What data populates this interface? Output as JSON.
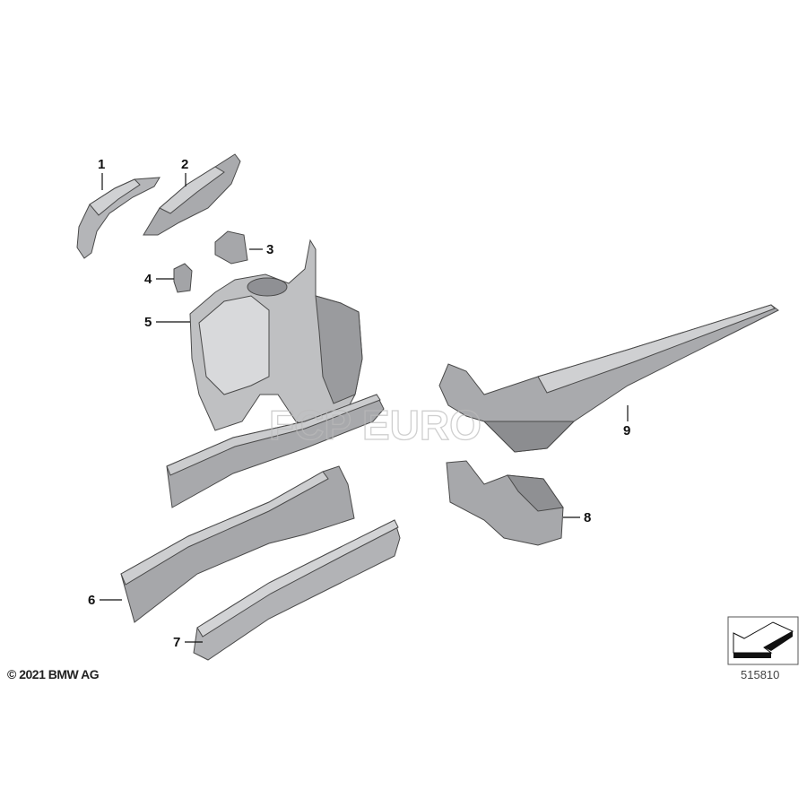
{
  "diagram": {
    "callouts": [
      {
        "number": "1",
        "part": "bracket-left"
      },
      {
        "number": "2",
        "part": "bracket-right"
      },
      {
        "number": "3",
        "part": "small-bracket"
      },
      {
        "number": "4",
        "part": "small-clip"
      },
      {
        "number": "5",
        "part": "wheel-house"
      },
      {
        "number": "6",
        "part": "engine-support"
      },
      {
        "number": "7",
        "part": "side-member-plate"
      },
      {
        "number": "8",
        "part": "rear-bracket"
      },
      {
        "number": "9",
        "part": "sill-member"
      }
    ],
    "watermark": "FCP EURO",
    "copyright": "© 2021 BMW AG",
    "diagram_id": "515810",
    "colors": {
      "part_fill": "#b8b9bb",
      "part_dark": "#8e8f92",
      "part_light": "#d6d7d9",
      "callout": "#111111"
    }
  }
}
